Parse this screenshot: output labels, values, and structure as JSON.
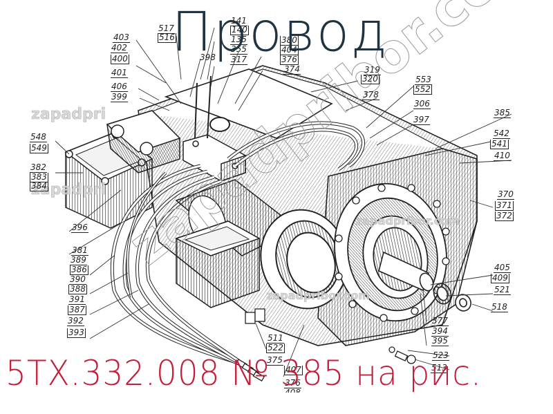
{
  "title": "Провод",
  "subtitle": "5ТХ.332.008 № 385 на рис.",
  "colors": {
    "title": "#1f3340",
    "subtitle": "#c41e3a",
    "drawing": "#222222",
    "watermark": "#9a9a9a"
  },
  "watermark": {
    "diagonal": "zapadpribor.com",
    "small_1": "zapadpri",
    "small_2": "zapadpri",
    "small_3": "zapadpribor.com",
    "small_4": "zapadpribor.com"
  },
  "diagram": {
    "description": "Exploded isometric drawing of an electrical machine with wiring harness and numbered part callouts",
    "labels": {
      "l517a": "517",
      "l516": "516",
      "l141": "141",
      "l140": "140",
      "l135": "135",
      "l355": "355",
      "l317": "317",
      "l398": "398",
      "l380": "380",
      "l404": "404",
      "l376t": "376",
      "l374": "374",
      "l403": "403",
      "l402": "402",
      "l400": "400",
      "l401": "401",
      "l406": "406",
      "l399": "399",
      "l319": "319",
      "l320": "320",
      "l378": "378",
      "l553": "553",
      "l552": "552",
      "l306": "306",
      "l397": "397",
      "l385": "385",
      "l542": "542",
      "l541": "541",
      "l410": "410",
      "l548": "548",
      "l549": "549",
      "l382": "382",
      "l383": "383",
      "l384": "384",
      "l396": "396",
      "l381": "381",
      "l389": "389",
      "l386": "386",
      "l390": "390",
      "l388": "388",
      "l391": "391",
      "l387": "387",
      "l392": "392",
      "l393": "393",
      "l370": "370",
      "l371": "371",
      "l372": "372",
      "l405": "405",
      "l409": "409",
      "l521": "521",
      "l518": "518",
      "l377": "377",
      "l394": "394",
      "l395": "395",
      "l523": "523",
      "l513": "513",
      "l511": "511",
      "l522": "522",
      "l375": "375",
      "l407": "407",
      "l376b": "376",
      "l408": "408"
    }
  }
}
